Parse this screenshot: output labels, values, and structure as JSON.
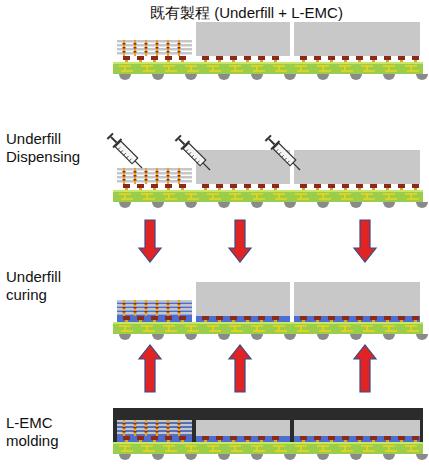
{
  "diagram": {
    "title": "既有製程 (Underfill + L-EMC)",
    "labels": [
      "Underfill Dispensing",
      "Underfill curing",
      "L-EMC molding"
    ]
  }
}
